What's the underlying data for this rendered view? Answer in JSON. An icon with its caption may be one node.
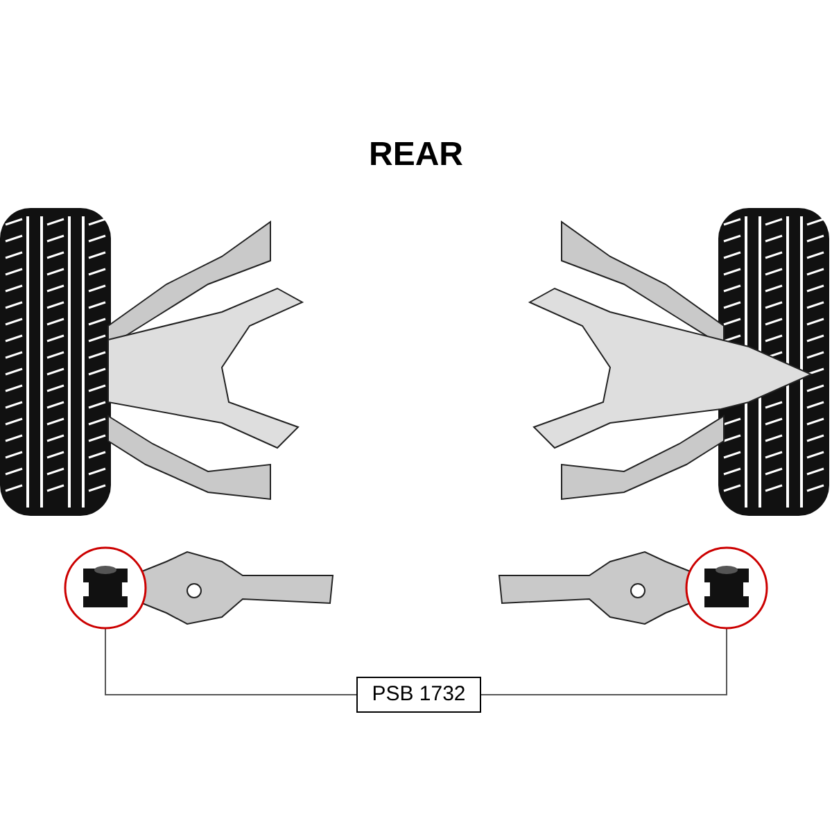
{
  "diagram": {
    "title": "REAR",
    "nodes": [
      {
        "text": [],
        "shape": "picture"
      },
      {
        "text": [],
        "shape": "picture"
      },
      {
        "text": [
          "PSB 1732"
        ]
      }
    ],
    "edges": [
      {
        "from": 2,
        "to": 0,
        "arrow": "none"
      },
      {
        "from": 2,
        "to": 1,
        "arrow": "none"
      }
    ]
  }
}
